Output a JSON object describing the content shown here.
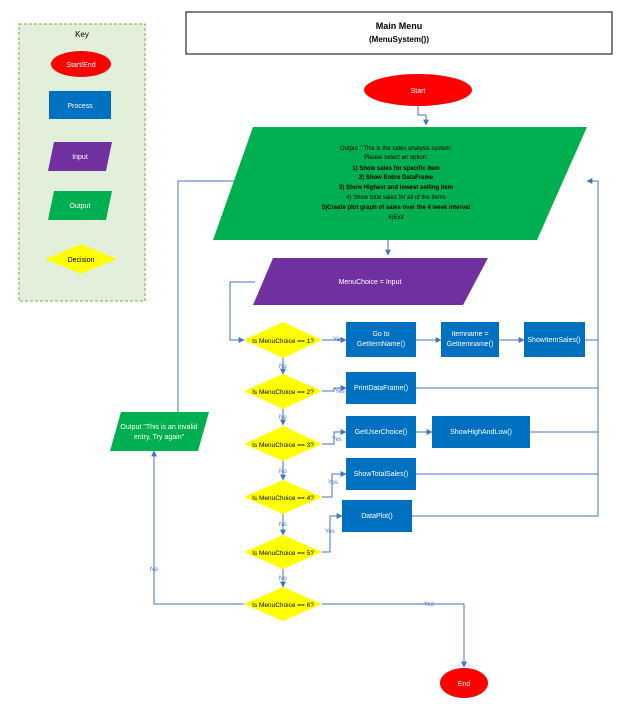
{
  "title": {
    "line1": "Main Menu",
    "line2": "(MenuSystem())"
  },
  "key": {
    "heading": "Key",
    "items": [
      "Start/End",
      "Process",
      "Input",
      "Output",
      "Decision"
    ]
  },
  "start": "Start",
  "end": "End",
  "menu_output": {
    "intro": [
      "Output \" This is the sales analysis system.",
      "Please select an option:"
    ],
    "options": [
      "1) Show sales for specific item",
      "2) Show Entire DataFrame",
      "3) Show Highest and lowest selling item",
      "4) Show total sales for all of the items",
      "5)Create plot graph of sales over the 4 week interval",
      "6)Exit"
    ]
  },
  "menu_input": "MenuChoice = Input",
  "decisions": [
    "Is MenuChoice == 1?",
    "Is MenuChoice == 2?",
    "Is MenuChoice == 3?",
    "Is MenuChoice == 4?",
    "Is MenuChoice == 5?",
    "Is MenuChoice == 6?"
  ],
  "processes": {
    "goto_line1": "Go to",
    "goto_line2": "GetItemName()",
    "itemname_line1": "Itemname =",
    "itemname_line2": "Getitemname()",
    "show_item_sales": "ShowItemSales()",
    "print_dataframe": "PrintDataFrame()",
    "get_user_choice": "GetUserChoice()",
    "show_high_low": "ShowHighAndLow()",
    "show_total_sales": "ShowTotalSales()",
    "data_plot": "DataPlot()"
  },
  "invalid_output": [
    "Output \"This is an invalid",
    "entry, Try again\""
  ],
  "edge_labels": {
    "yes": "Yes",
    "no": "No"
  },
  "colors": {
    "terminal": "#ff0000",
    "process": "#0070c0",
    "input": "#7030a0",
    "output": "#00b050",
    "decision": "#ffff00",
    "connector": "#4472c4",
    "key_bg": "#e2efda"
  }
}
